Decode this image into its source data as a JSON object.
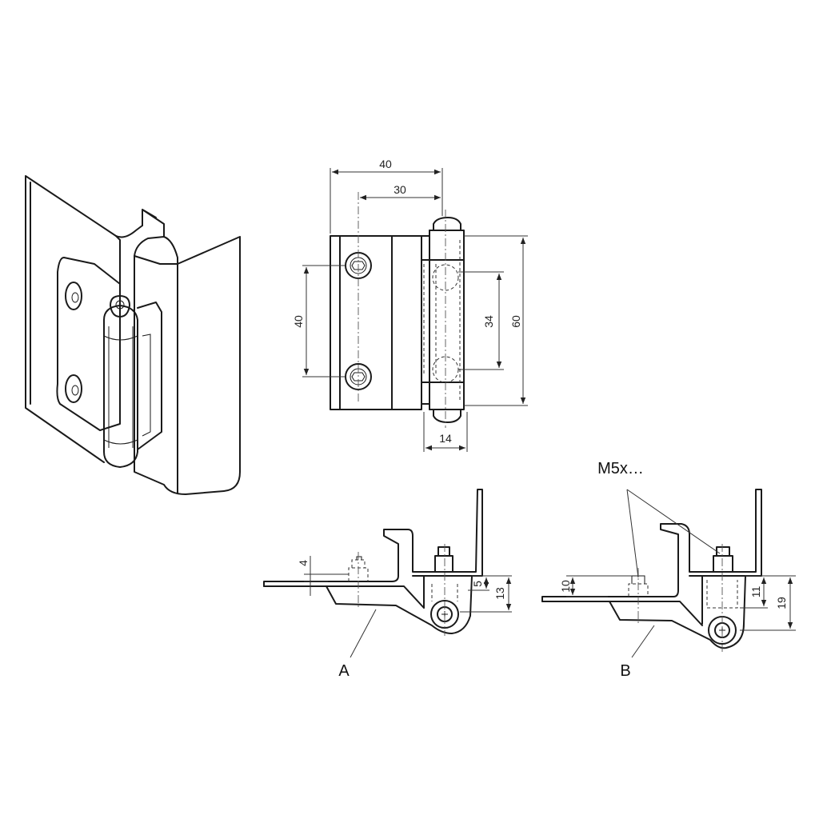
{
  "dimensions": {
    "top_overall_width": "40",
    "top_width": "30",
    "left_hole_spacing": "40",
    "right_hole_spacing": "34",
    "height": "60",
    "knuckle_width": "14"
  },
  "view_a": {
    "label": "A",
    "dim_small": "4",
    "dim_knuckle": "5",
    "dim_height": "13"
  },
  "view_b": {
    "label": "B",
    "screw_note": "M5x…",
    "dim_small": "10",
    "dim_knuckle": "11",
    "dim_height": "19"
  }
}
